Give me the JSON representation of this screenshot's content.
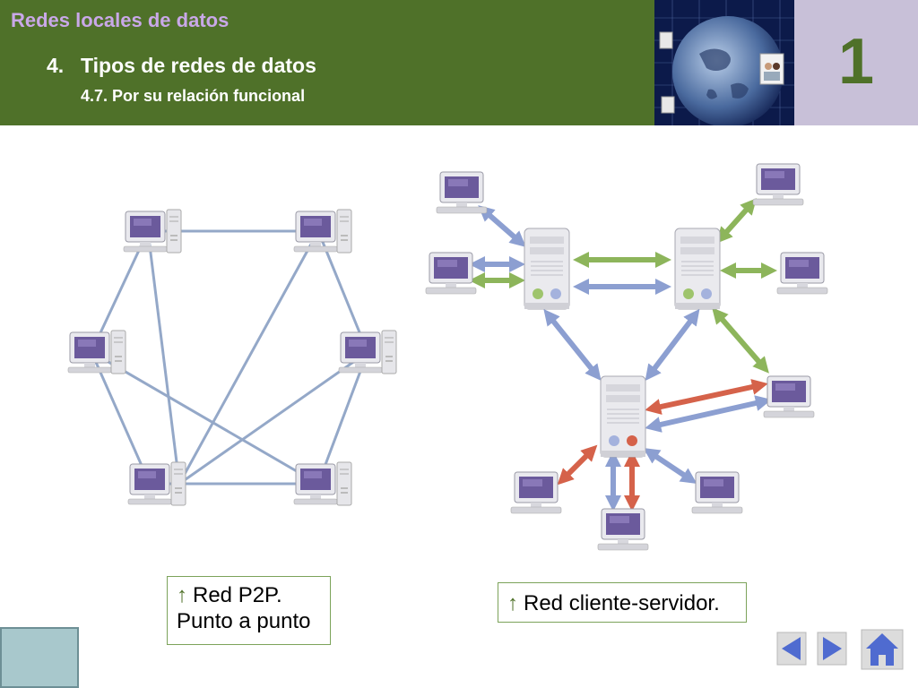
{
  "header": {
    "course": "Redes locales de datos",
    "section_number": "4.",
    "section_title": "Tipos de redes de datos",
    "subsection": "4.7. Por su relación funcional",
    "unit_number": "1"
  },
  "captions": {
    "arrow": "↑",
    "p2p_line1": "Red P2P.",
    "p2p_line2": "Punto a punto",
    "client_server": "Red cliente-servidor."
  },
  "icons": {
    "computer": "computer-icon",
    "server": "server-icon",
    "prev": "arrow-left-icon",
    "next": "arrow-right-icon",
    "home": "home-icon"
  },
  "colors": {
    "header_green": "#4f7129",
    "course_purple": "#c9a8e8",
    "unit_box": "#c8c0d8",
    "link_blue": "#8c9fd1",
    "link_green": "#8db55b",
    "link_red": "#d5624a",
    "nav_blue": "#4f6bd0"
  }
}
